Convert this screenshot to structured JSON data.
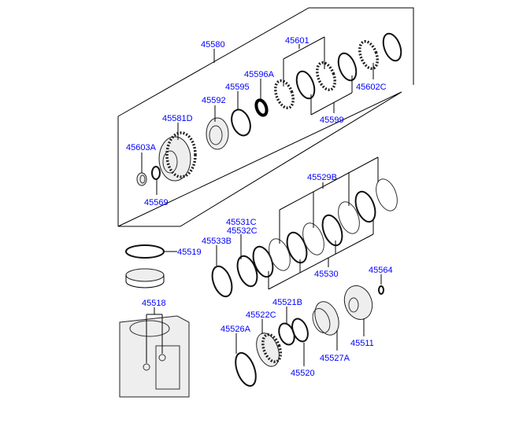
{
  "diagram": {
    "labels": {
      "p45580": "45580",
      "p45601": "45601",
      "p45596A": "45596A",
      "p45595": "45595",
      "p45592": "45592",
      "p45581D": "45581D",
      "p45603A": "45603A",
      "p45569": "45569",
      "p45602C": "45602C",
      "p45599": "45599",
      "p45529B": "45529B",
      "p45531C": "45531C",
      "p45532C": "45532C",
      "p45533B": "45533B",
      "p45519": "45519",
      "p45530": "45530",
      "p45564": "45564",
      "p45518": "45518",
      "p45521B": "45521B",
      "p45522C": "45522C",
      "p45526A": "45526A",
      "p45520": "45520",
      "p45527A": "45527A",
      "p45511": "45511"
    },
    "colors": {
      "label": "#0000ff",
      "line": "#000000"
    }
  }
}
